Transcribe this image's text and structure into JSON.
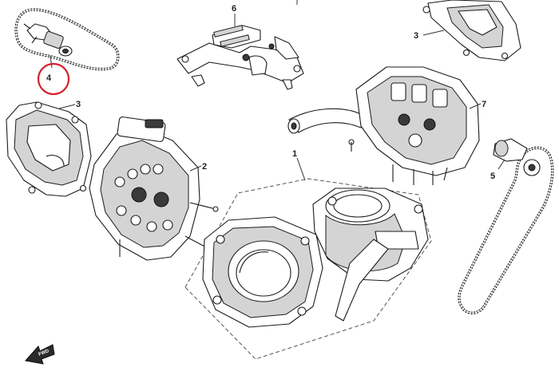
{
  "callouts": {
    "c1": "1",
    "c2": "2",
    "c3a": "3",
    "c3b": "3",
    "c4": "4",
    "c5": "5",
    "c6": "6",
    "c7": "7"
  },
  "direction_label": "FWD",
  "highlight_color": "#d6202f"
}
